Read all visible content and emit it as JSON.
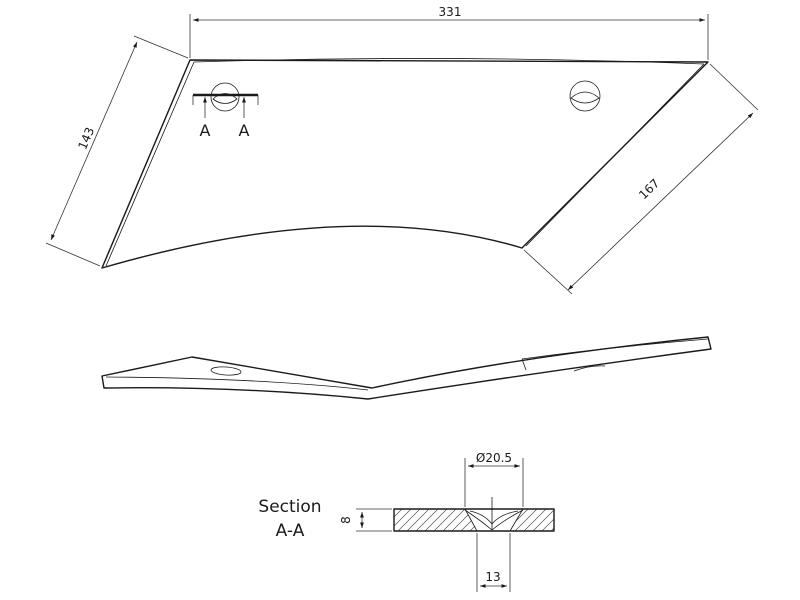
{
  "dimensions": {
    "top_width": "331",
    "left_edge": "143",
    "right_edge": "167",
    "hole_diameter": "Ø20.5",
    "countersink_width": "13",
    "thickness": "8"
  },
  "section_marks": {
    "left": "A",
    "right": "A"
  },
  "section_label": {
    "line1": "Section",
    "line2": "A-A"
  }
}
